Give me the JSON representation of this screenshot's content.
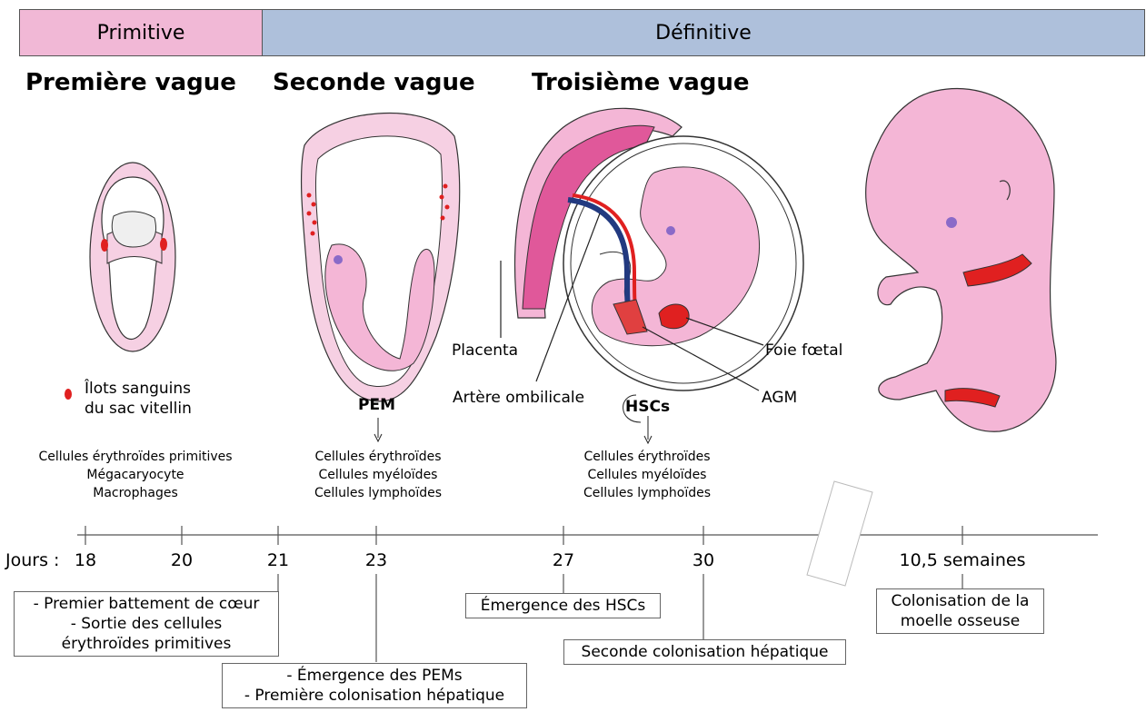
{
  "bands": {
    "primitive": "Primitive",
    "definitive": "Définitive"
  },
  "waves": {
    "first": "Première vague",
    "second": "Seconde vague",
    "third": "Troisième vague"
  },
  "labels": {
    "ilots_line1": "Îlots sanguins",
    "ilots_line2": "du sac vitellin",
    "pem": "PEM",
    "hscs": "HSCs",
    "placenta": "Placenta",
    "artere": "Artère ombilicale",
    "foie": "Foie fœtal",
    "agm": "AGM"
  },
  "cells": {
    "first": [
      "Cellules érythroïdes primitives",
      "Mégacaryocyte",
      "Macrophages"
    ],
    "second": [
      "Cellules érythroïdes",
      "Cellules myéloïdes",
      "Cellules lymphoïdes"
    ],
    "third": [
      "Cellules érythroïdes",
      "Cellules myéloïdes",
      "Cellules lymphoïdes"
    ]
  },
  "timeline": {
    "prefix": "Jours :",
    "ticks": [
      "18",
      "20",
      "21",
      "23",
      "27",
      "30",
      "10,5 semaines"
    ]
  },
  "events": {
    "day21": [
      "- Premier battement de cœur",
      "- Sortie des cellules",
      "érythroïdes primitives"
    ],
    "day23": [
      "- Émergence des PEMs",
      "- Première colonisation hépatique"
    ],
    "day27": [
      "Émergence des HSCs"
    ],
    "day30": [
      "Seconde colonisation hépatique"
    ],
    "week10": [
      "Colonisation de la",
      "moelle osseuse"
    ]
  },
  "colors": {
    "primitive": "#f1b8d6",
    "definitive": "#aec0db",
    "tissue": "#f4b6d6",
    "blood": "#e02020",
    "placenta": "#e0589a"
  }
}
